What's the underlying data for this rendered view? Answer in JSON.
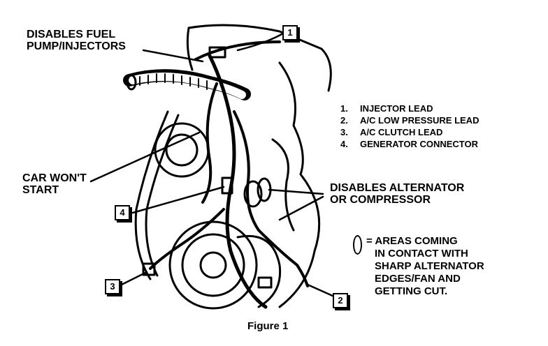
{
  "labels": {
    "fuel": "DISABLES FUEL PUMP/INJECTORS",
    "fuel_line1": "DISABLES FUEL",
    "fuel_line2": "PUMP/INJECTORS",
    "start_line1": "CAR WON'T",
    "start_line2": "START",
    "alt_line1": "DISABLES ALTERNATOR",
    "alt_line2": "OR COMPRESSOR"
  },
  "legend": [
    {
      "num": "1.",
      "text": "INJECTOR LEAD"
    },
    {
      "num": "2.",
      "text": "A/C LOW PRESSURE LEAD"
    },
    {
      "num": "3.",
      "text": "A/C CLUTCH LEAD"
    },
    {
      "num": "4.",
      "text": "GENERATOR CONNECTOR"
    }
  ],
  "callouts": [
    "1",
    "2",
    "3",
    "4"
  ],
  "key": {
    "line1": "= AREAS COMING",
    "line2": "IN CONTACT WITH",
    "line3": "SHARP ALTERNATOR",
    "line4": "EDGES/FAN AND",
    "line5": "GETTING CUT."
  },
  "caption": "Figure 1"
}
